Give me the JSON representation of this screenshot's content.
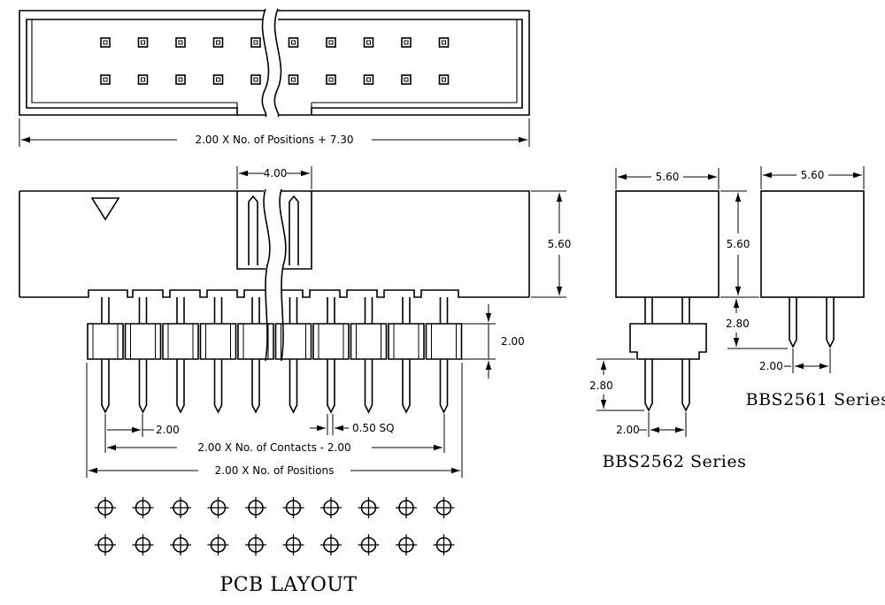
{
  "dimensions": {
    "overall_length": "2.00 X No. of Positions + 7.30",
    "polarization_gap": "4.00",
    "height": "5.60",
    "row_pitch": "2.00",
    "pin_pitch": "2.00",
    "pin_size": "0.50 SQ",
    "contacts_span": "2.00 X No. of Contacts - 2.00",
    "positions_span": "2.00 X No. of Positions",
    "bbs2562_width": "5.60",
    "bbs2562_height": "5.60",
    "bbs2562_tail": "2.80",
    "bbs2562_pitch": "2.00",
    "bbs2561_width": "5.60",
    "bbs2561_height": "5.60",
    "bbs2561_tail": "2.80",
    "bbs2561_pitch": "2.00"
  },
  "labels": {
    "bbs2562": "BBS2562 Series",
    "bbs2561": "BBS2561 Series",
    "pcb_layout": "PCB LAYOUT"
  },
  "pins_per_row": 10,
  "pcb_rows": 2
}
